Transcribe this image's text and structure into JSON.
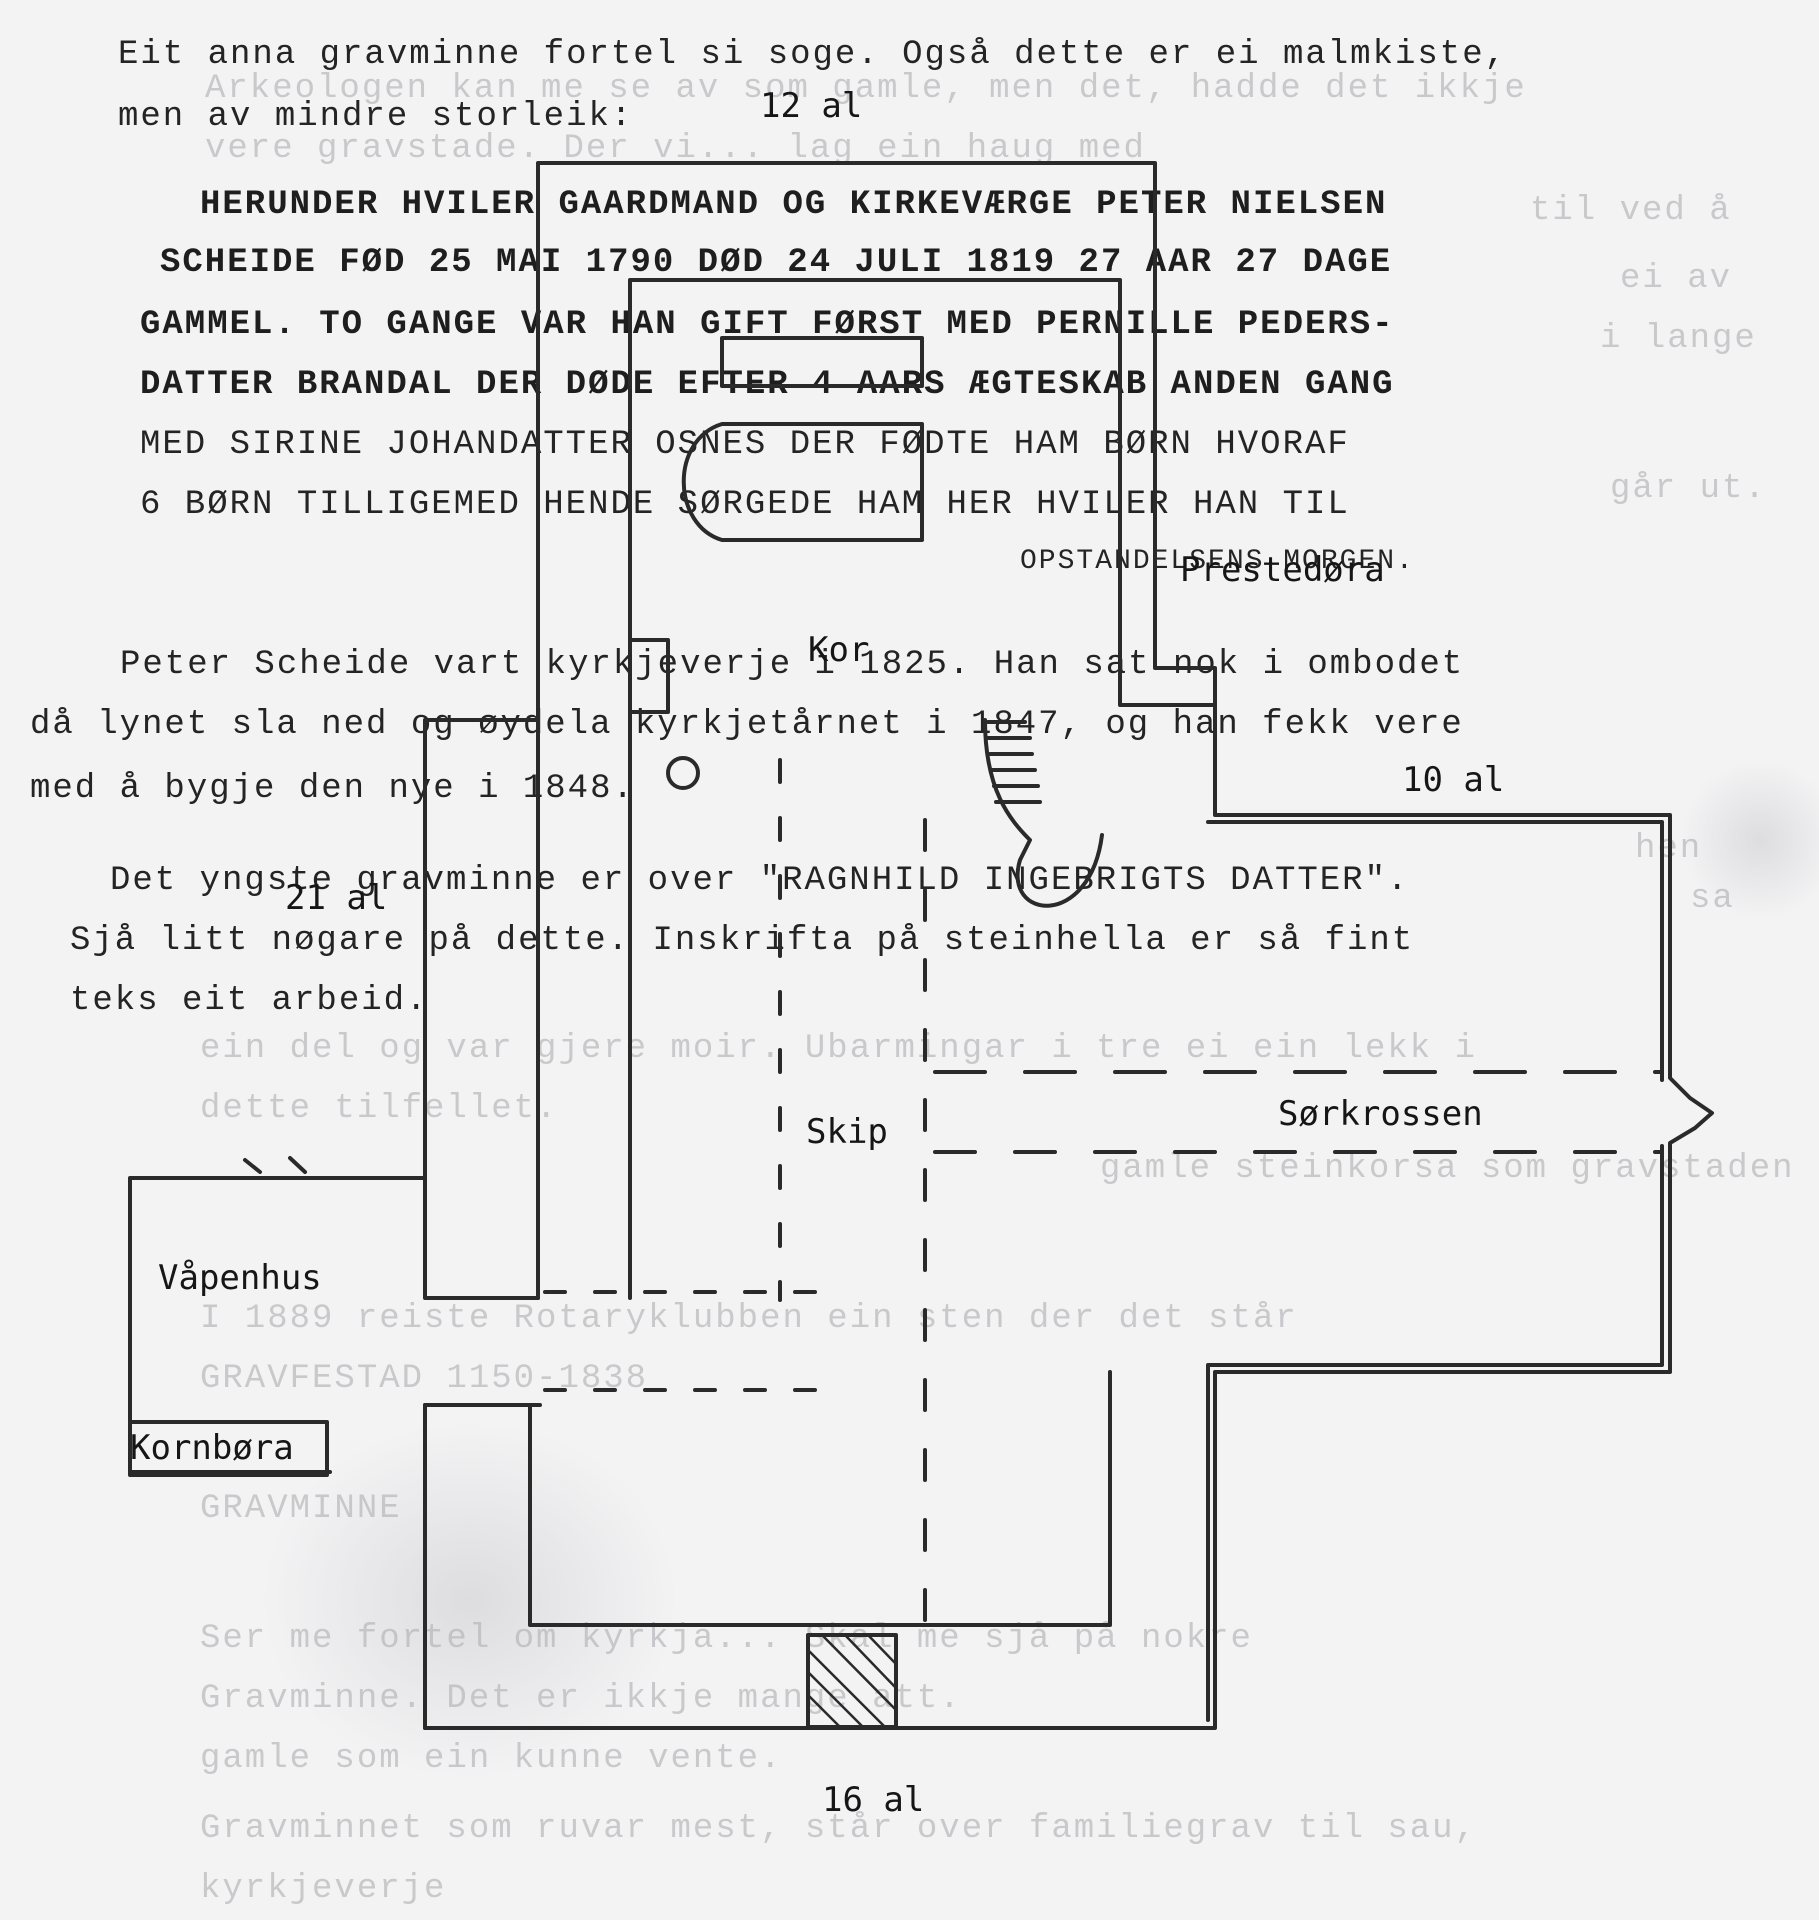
{
  "ghost_text": [
    "Arkeologen kan me se av som gamle, men det, hadde det ikkje",
    "vere gravstade. Der vi... lag ein haug med",
    "til ved å",
    "ei av",
    "i lange",
    "går ut.",
    "hen",
    "sa",
    "ein del og var gjere moir. Ubarmingar i tre ei ein lekk i",
    "dette tilfellet.",
    "gamle steinkorsa som gravstaden",
    "I 1889 reiste Rotaryklubben ein sten der det står",
    "GRAVFESTAD 1150-1838",
    "GRAVMINNE",
    "Ser me fortel om kyrkja... Skal me sjå på nokre",
    "Gravminne. Det er ikkje mange att.",
    "gamle som ein kunne vente.",
    "Gravminnet som ruvar mest, står over familiegrav til sau,",
    "kyrkjeverje"
  ],
  "para1": {
    "line1": "Eit anna gravminne fortel si soge.  Også dette er ei malmkiste,",
    "line2": "men av mindre storleik:"
  },
  "inscription": {
    "line1": "HERUNDER HVILER GAARDMAND OG KIRKEVÆRGE PETER NIELSEN",
    "line2": "SCHEIDE FØD 25 MAI 1790 DØD 24 JULI 1819 27 AAR 27 DAGE",
    "line3": "GAMMEL.  TO GANGE VAR HAN GIFT FØRST MED PERNILLE PEDERS-",
    "line4": "DATTER BRANDAL DER DØDE EFTER 4 AARS ÆGTESKAB ANDEN GANG",
    "line5": "MED SIRINE JOHANDATTER OSNES DER FØDTE HAM BØRN HVORAF",
    "line6": "6 BØRN TILLIGEMED HENDE SØRGEDE HAM HER HVILER HAN TIL",
    "line7": "OPSTANDELSENS MORGEN."
  },
  "para2": {
    "line1": "Peter Scheide vart kyrkjeverje i 1825.  Han sat nok i ombodet",
    "line2": "då lynet sla ned og øydela kyrkjetårnet i 1847, og han fekk vere",
    "line3": "med å bygje den nye i 1848."
  },
  "para3": {
    "line1": "Det yngste gravminne er over \"RAGNHILD INGEBRIGTS DATTER\".",
    "line2": "Sjå litt nøgare på dette.  Inskrifta på steinhella er så fint",
    "line3": "teks eit arbeid."
  },
  "plan": {
    "label_12al": "12 al",
    "label_prestedora": "Prestedøra",
    "label_kor": "Kor",
    "label_10al": "10 al",
    "label_21al": "21 al",
    "label_skip": "Skip",
    "label_sorkrossen": "Sørkrossen",
    "label_vapenhus": "Våpenhus",
    "label_kornbora": "Kornbøra",
    "label_16al": "16 al"
  }
}
